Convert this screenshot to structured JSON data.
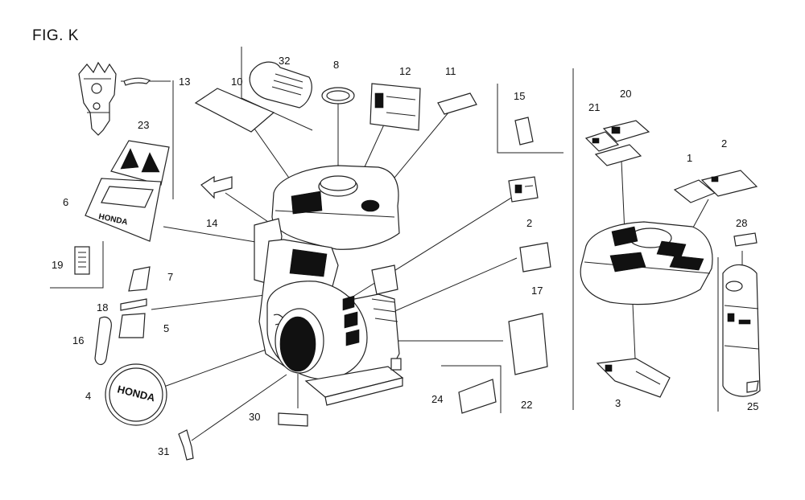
{
  "figure": {
    "title": "FIG. K"
  },
  "brand_text": "HONDA",
  "callouts": [
    "32",
    "8",
    "12",
    "11",
    "10",
    "13",
    "15",
    "21",
    "20",
    "23",
    "6",
    "14",
    "2",
    "19",
    "7",
    "18",
    "5",
    "16",
    "4",
    "17",
    "22",
    "24",
    "30",
    "31",
    "1",
    "28",
    "3",
    "25"
  ]
}
